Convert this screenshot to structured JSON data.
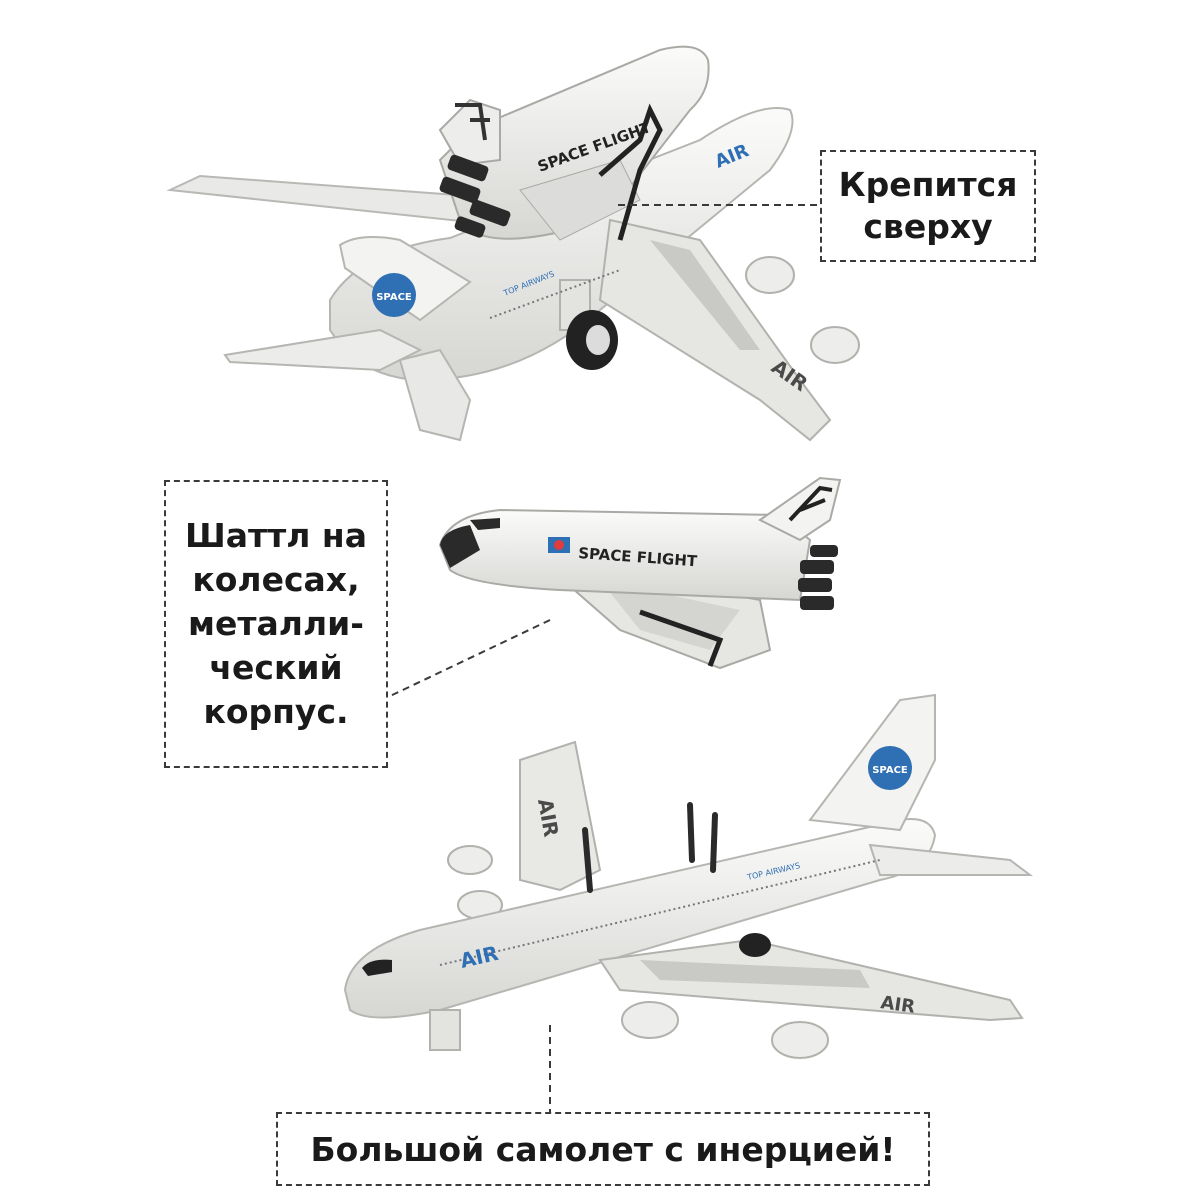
{
  "colors": {
    "background": "#ffffff",
    "text": "#1a1a1a",
    "callout_border": "#3a3a3a",
    "toy_body": "#f1f1ef",
    "toy_shadow": "#d9d9d6",
    "engine_black": "#2a2a2a",
    "accent_blue": "#2f6fb3"
  },
  "callouts": {
    "top": {
      "lines": [
        "Крепится",
        "сверху"
      ]
    },
    "middle": {
      "lines": [
        "Шаттл на",
        "колесах,",
        "металли-",
        "ческий",
        "корпус."
      ]
    },
    "bottom": {
      "text": "Большой самолет с инерцией!"
    }
  },
  "toy_labels": {
    "shuttle_text": "SPACE FLIGHT",
    "plane_text": "AIR",
    "airline_text": "TOP AIRWAYS",
    "emblem_text": "SPACE"
  },
  "images": [
    {
      "name": "airplane-with-shuttle-on-top"
    },
    {
      "name": "shuttle-standalone"
    },
    {
      "name": "airplane-standalone"
    }
  ]
}
